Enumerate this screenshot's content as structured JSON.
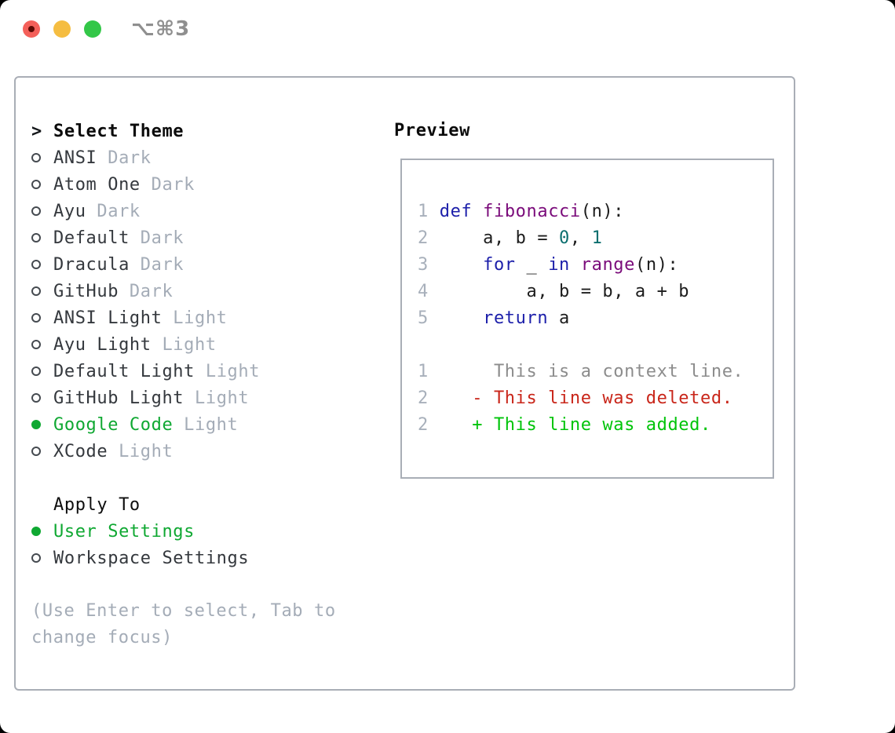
{
  "window": {
    "title": "⌥⌘3",
    "traffic_lights": {
      "close": "close",
      "minimize": "minimize",
      "zoom": "zoom"
    }
  },
  "theme_list": {
    "header": {
      "prompt": ">",
      "label": "Select Theme"
    },
    "items": [
      {
        "name": "ANSI",
        "variant": "Dark",
        "selected": false
      },
      {
        "name": "Atom One",
        "variant": "Dark",
        "selected": false
      },
      {
        "name": "Ayu",
        "variant": "Dark",
        "selected": false
      },
      {
        "name": "Default",
        "variant": "Dark",
        "selected": false
      },
      {
        "name": "Dracula",
        "variant": "Dark",
        "selected": false
      },
      {
        "name": "GitHub",
        "variant": "Dark",
        "selected": false
      },
      {
        "name": "ANSI Light",
        "variant": "Light",
        "selected": false
      },
      {
        "name": "Ayu Light",
        "variant": "Light",
        "selected": false
      },
      {
        "name": "Default Light",
        "variant": "Light",
        "selected": false
      },
      {
        "name": "GitHub Light",
        "variant": "Light",
        "selected": false
      },
      {
        "name": "Google Code",
        "variant": "Light",
        "selected": true
      },
      {
        "name": "XCode",
        "variant": "Light",
        "selected": false
      }
    ]
  },
  "apply_to": {
    "label": "Apply To",
    "options": [
      {
        "name": "User Settings",
        "selected": true
      },
      {
        "name": "Workspace Settings",
        "selected": false
      }
    ]
  },
  "hint": "(Use Enter to select, Tab to change focus)",
  "preview": {
    "label": "Preview",
    "code_lines": [
      {
        "number": "1",
        "segments": [
          {
            "t": "def",
            "c": "kw"
          },
          {
            "t": " ",
            "c": "pl"
          },
          {
            "t": "fibonacci",
            "c": "fn"
          },
          {
            "t": "(n):",
            "c": "pl"
          }
        ]
      },
      {
        "number": "2",
        "segments": [
          {
            "t": "    a, b = ",
            "c": "pl"
          },
          {
            "t": "0",
            "c": "lit"
          },
          {
            "t": ", ",
            "c": "pl"
          },
          {
            "t": "1",
            "c": "lit"
          }
        ]
      },
      {
        "number": "3",
        "segments": [
          {
            "t": "    ",
            "c": "pl"
          },
          {
            "t": "for",
            "c": "kw"
          },
          {
            "t": " _ ",
            "c": "pl"
          },
          {
            "t": "in",
            "c": "kw"
          },
          {
            "t": " ",
            "c": "pl"
          },
          {
            "t": "range",
            "c": "fn"
          },
          {
            "t": "(n):",
            "c": "pl"
          }
        ]
      },
      {
        "number": "4",
        "segments": [
          {
            "t": "        a, b = b, a + b",
            "c": "pl"
          }
        ]
      },
      {
        "number": "5",
        "segments": [
          {
            "t": "    ",
            "c": "pl"
          },
          {
            "t": "return",
            "c": "kw"
          },
          {
            "t": " a",
            "c": "pl"
          }
        ]
      }
    ],
    "diff_lines": [
      {
        "number": "1",
        "body": "     This is a context line.",
        "type": "context"
      },
      {
        "number": "2",
        "body": "   - This line was deleted.",
        "type": "deleted"
      },
      {
        "number": "2",
        "body": "   + This line was added.",
        "type": "added"
      }
    ]
  },
  "colors": {
    "text-dark": "#34383d",
    "muted": "#a4acb7",
    "green": "#0fa832",
    "header": "#0b0b0b",
    "lnum": "#a8b0bb",
    "kw": "#1c1faa",
    "fn": "#7a0b7a",
    "lit": "#0b6e6e",
    "pl": "#1c1c1c",
    "context": "#8c8c8c",
    "deleted": "#c9261a",
    "added": "#00c40a",
    "border": "#a9aeb6",
    "tl-red": "#f4605a",
    "tl-red-dot": "#5d0a04",
    "tl-yellow": "#f5bd41",
    "tl-green": "#33c748",
    "title": "#8f8f8f"
  }
}
